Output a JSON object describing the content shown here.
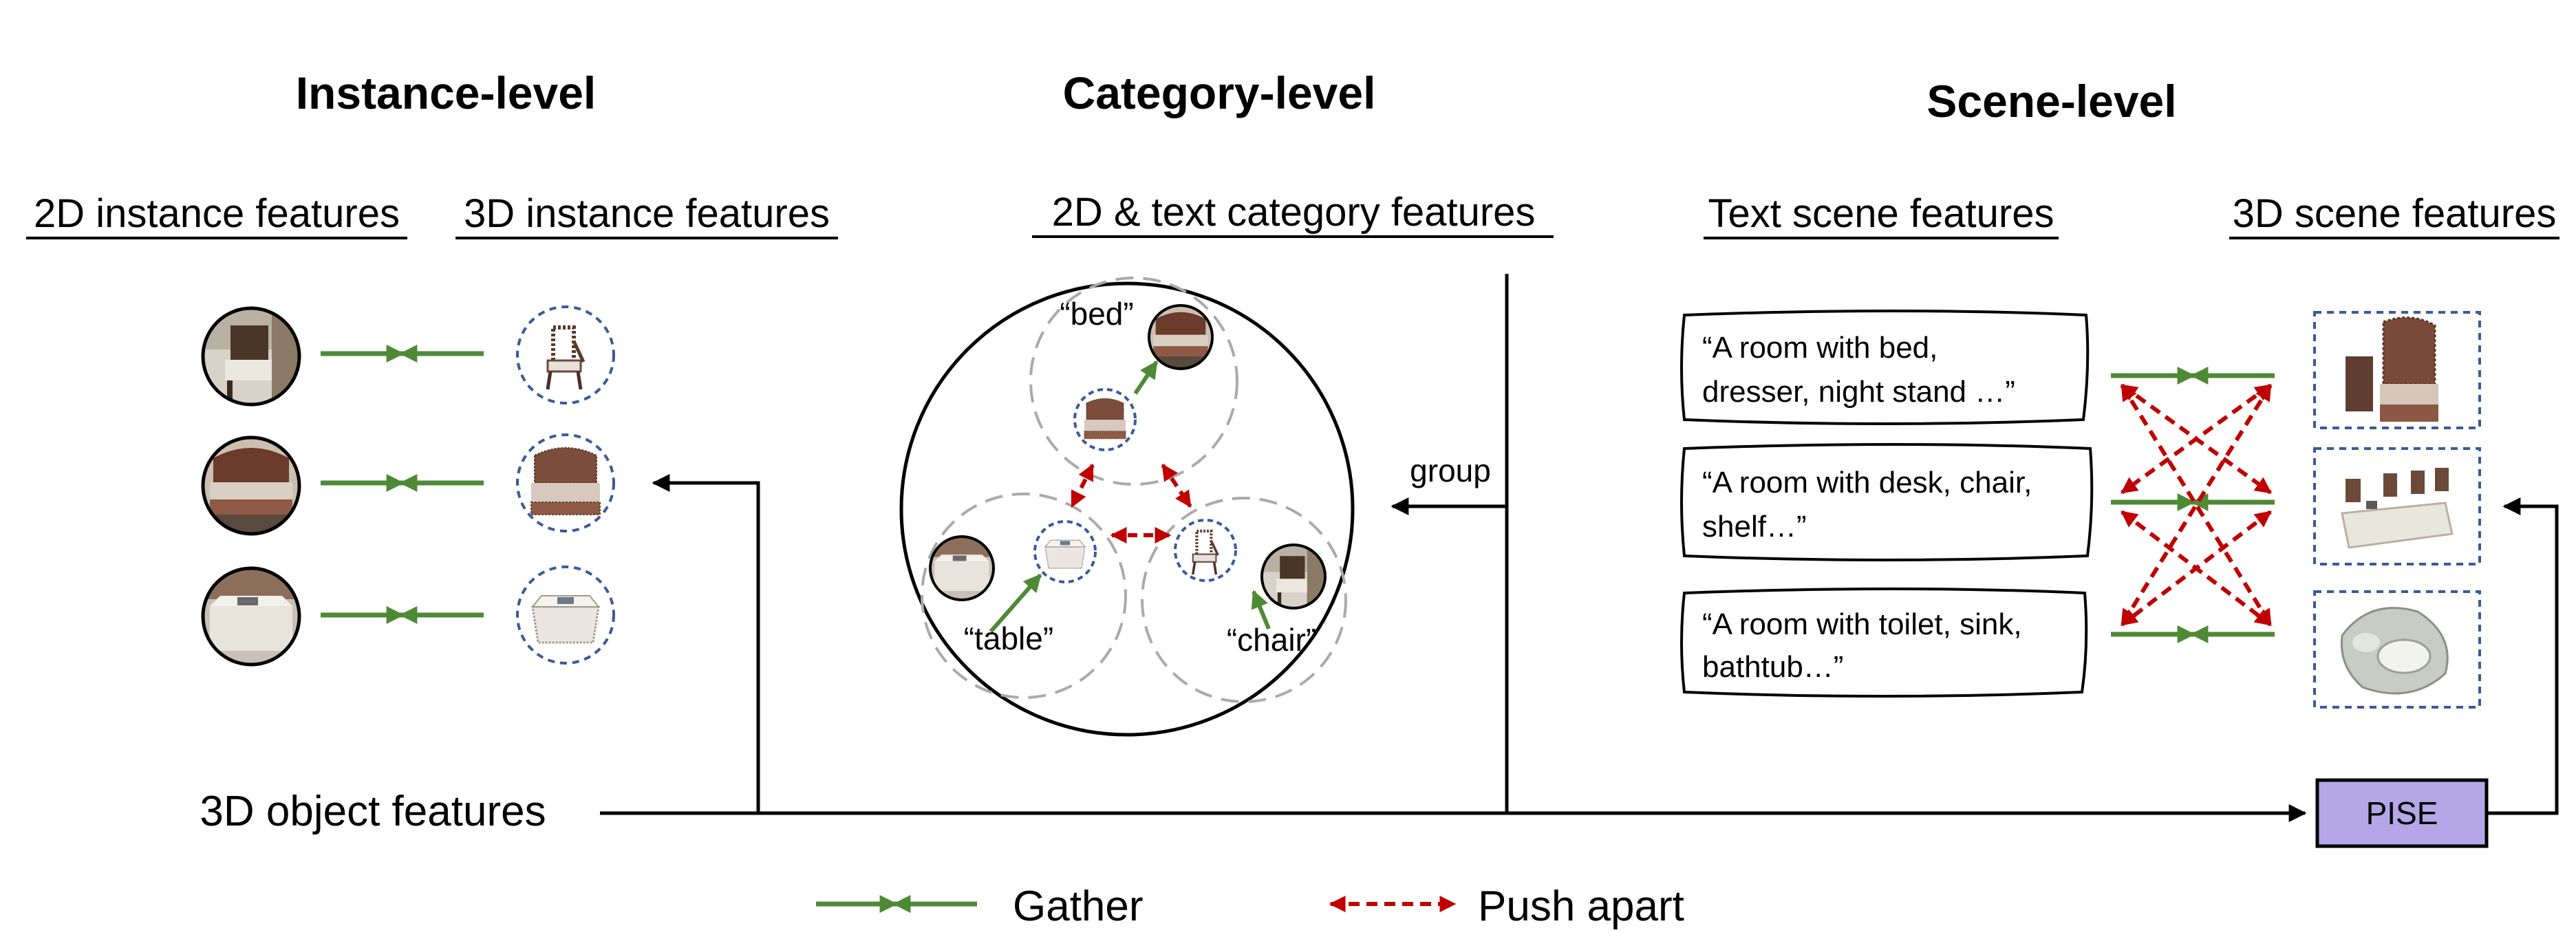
{
  "sections": {
    "instance": {
      "title": "Instance-level",
      "col2d": "2D instance features",
      "col3d": "3D instance features"
    },
    "category": {
      "title": "Category-level",
      "col": "2D  & text category features",
      "labels": {
        "bed": "“bed”",
        "table": "“table”",
        "chair": "“chair”"
      },
      "group_label": "group"
    },
    "scene": {
      "title": "Scene-level",
      "col_text": "Text scene features",
      "col_3d": "3D scene features",
      "captions": [
        {
          "line1": "“A room with bed,",
          "line2": "dresser, night stand …”"
        },
        {
          "line1": "“A room with desk, chair,",
          "line2": "shelf…”"
        },
        {
          "line1": "“A room with toilet, sink,",
          "line2": "bathtub…”"
        }
      ]
    }
  },
  "object_features_label": "3D object features",
  "pise_label": "PISE",
  "legend": {
    "gather": "Gather",
    "push": "Push apart"
  },
  "colors": {
    "gather": "#4e8a35",
    "push": "#c00000",
    "pise_fill": "#b4a7e8",
    "dash_blue": "#3a5a9a",
    "dash_gray": "#aaaaaa"
  },
  "icons": [
    "chair-photo",
    "bed-photo",
    "table-photo",
    "chair-pointcloud",
    "bed-pointcloud",
    "table-pointcloud",
    "bedroom-pointcloud",
    "office-pointcloud",
    "bathroom-pointcloud"
  ]
}
